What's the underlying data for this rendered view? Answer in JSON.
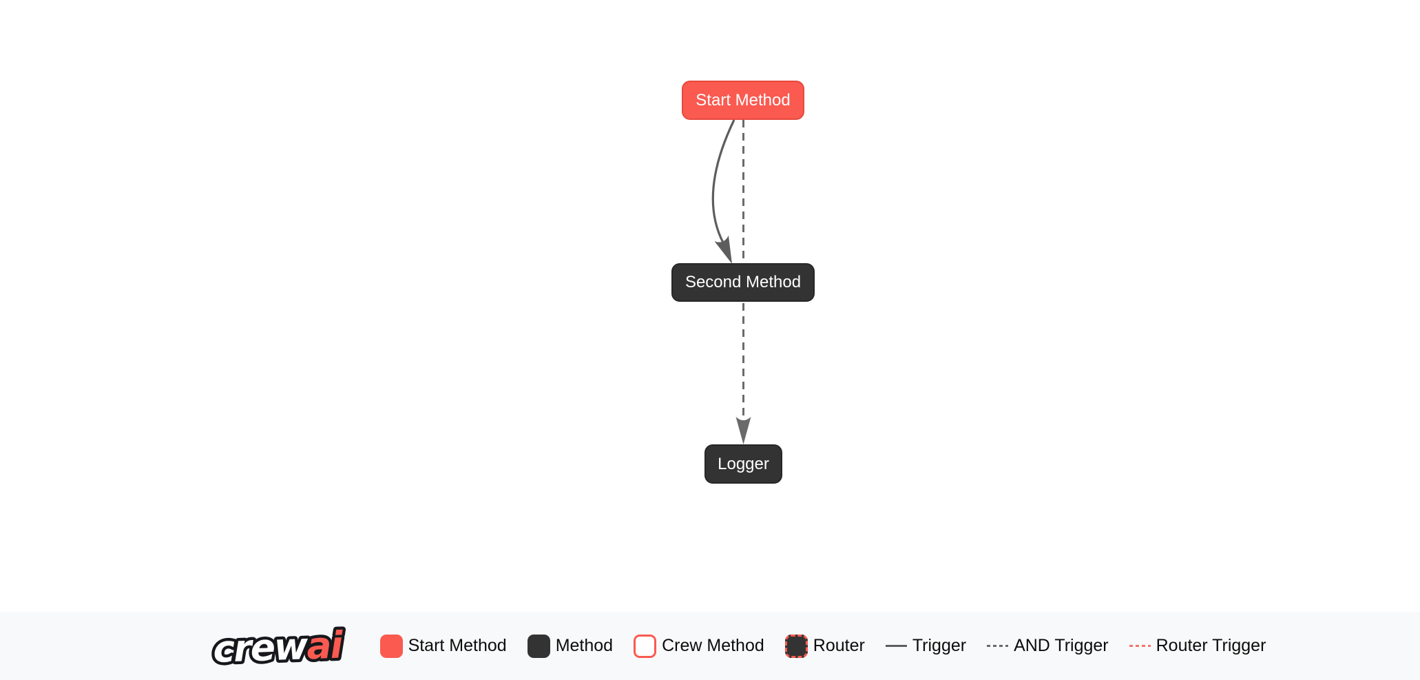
{
  "diagram": {
    "nodes": [
      {
        "label": "Start Method",
        "type": "start-method"
      },
      {
        "label": "Second Method",
        "type": "method"
      },
      {
        "label": "Logger",
        "type": "method"
      }
    ],
    "edges": [
      {
        "from": "Start Method",
        "to": "Second Method",
        "kind": "trigger",
        "line": "solid-curved"
      },
      {
        "from": "Start Method",
        "to": "Logger",
        "kind": "and-trigger",
        "line": "dashed-straight"
      }
    ]
  },
  "footer": {
    "logo": {
      "crew": "crew",
      "ai": "ai"
    },
    "legend": [
      {
        "label": "Start Method",
        "swatch": "start-method-box"
      },
      {
        "label": "Method",
        "swatch": "method-box"
      },
      {
        "label": "Crew Method",
        "swatch": "crew-method-box"
      },
      {
        "label": "Router",
        "swatch": "router-box"
      },
      {
        "label": "Trigger",
        "swatch": "solid-line"
      },
      {
        "label": "AND Trigger",
        "swatch": "dashed-line"
      },
      {
        "label": "Router Trigger",
        "swatch": "red-dashed-line"
      }
    ]
  },
  "colors": {
    "start_method_fill": "#FA5A50",
    "start_method_border": "#E8483E",
    "method_fill": "#333333",
    "edge_solid": "#5D5D5D",
    "edge_dashed": "#6A6A6A",
    "router_trigger_dash": "#F4756B",
    "logo_ai": "#FA5A50",
    "footer_bg": "#F8F9FA",
    "canvas_bg": "#FFFFFF"
  }
}
